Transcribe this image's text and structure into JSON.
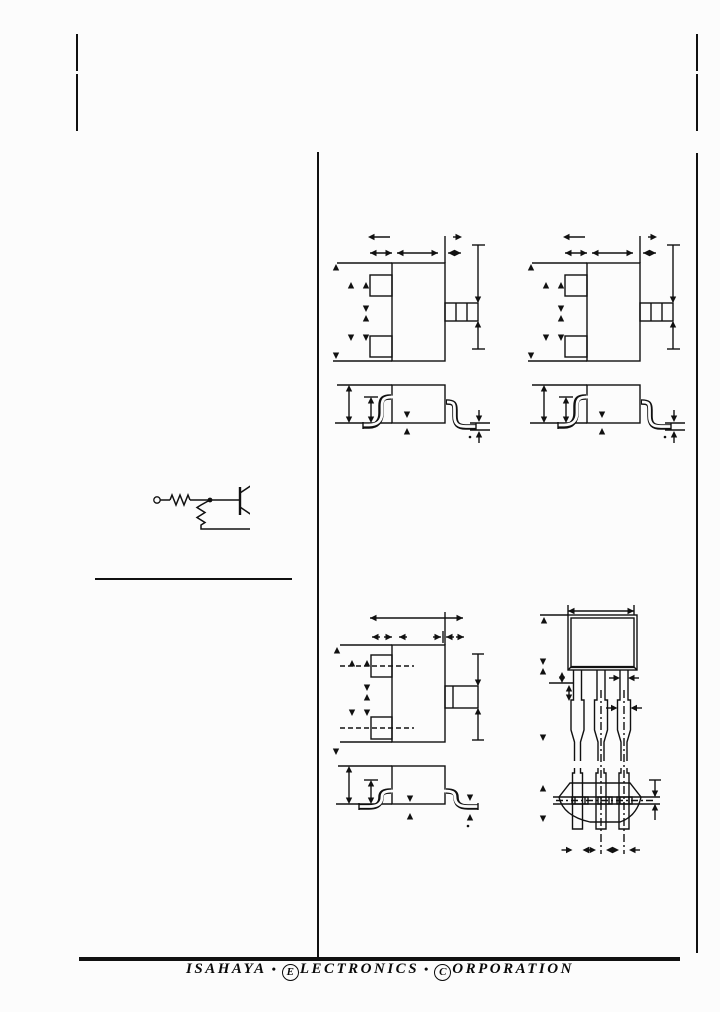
{
  "page": {
    "background": "#fcfcfc",
    "ink": "#111111"
  },
  "footer": {
    "word1": "ISAHAYA",
    "sep1": "•",
    "word2_initial": "E",
    "word2_rest": "LECTRONICS",
    "sep2": "•",
    "word3_initial": "C",
    "word3_rest": "ORPORATION"
  }
}
